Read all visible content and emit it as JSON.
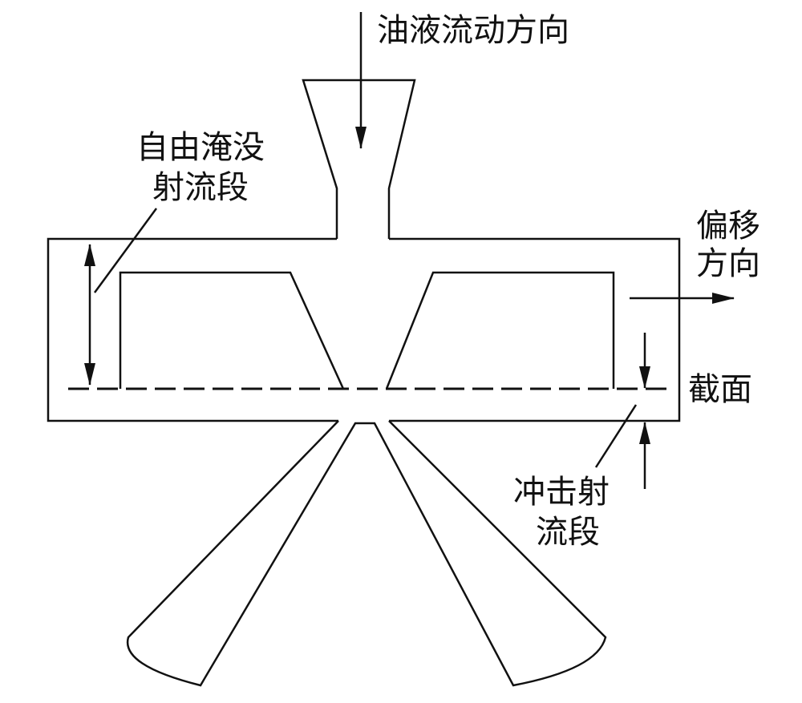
{
  "labels": {
    "flow_direction": "油液流动方向",
    "free_jet_line1": "自由淹没",
    "free_jet_line2": "射流段",
    "offset_line1": "偏移",
    "offset_line2": "方向",
    "section": "截面",
    "impact_line1": "冲击射",
    "impact_line2": "流段"
  },
  "colors": {
    "stroke": "#111111",
    "background": "#ffffff"
  }
}
